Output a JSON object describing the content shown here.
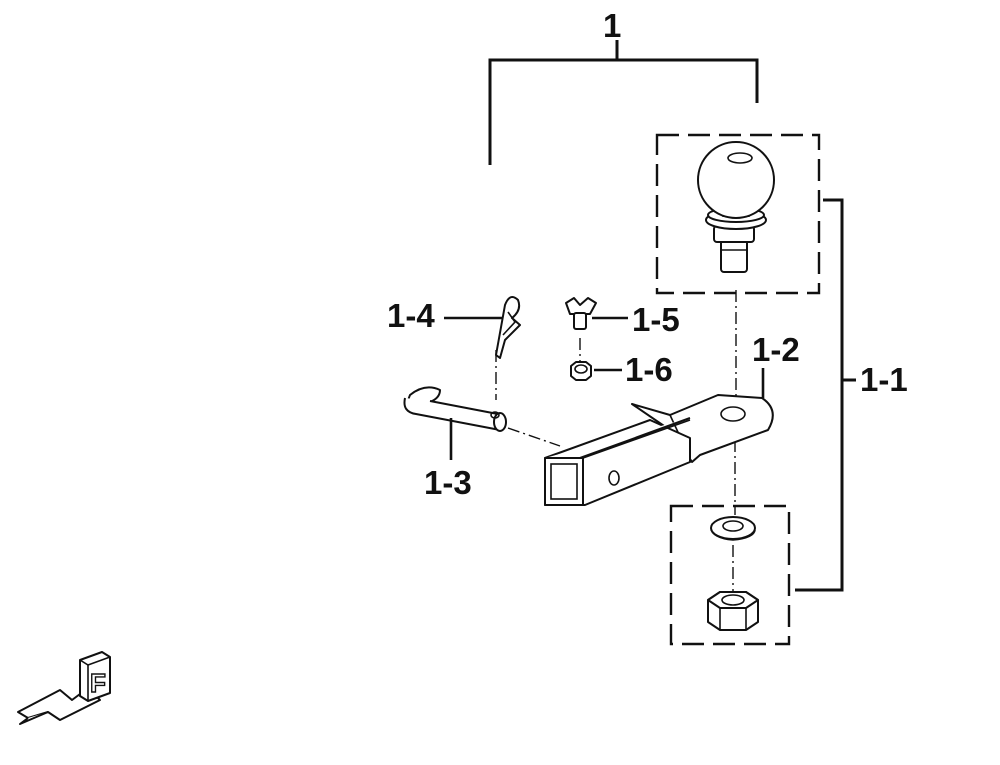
{
  "callouts": {
    "assembly": "1",
    "ball_mount": "1-1",
    "drawbar": "1-2",
    "hitch_pin": "1-3",
    "hair_pin": "1-4",
    "wing_bolt": "1-5",
    "nut": "1-6"
  },
  "direction_marker": {
    "letter": "F",
    "icon": "front-direction-arrow-icon"
  },
  "colors": {
    "ink": "#111111",
    "background": "#ffffff"
  }
}
